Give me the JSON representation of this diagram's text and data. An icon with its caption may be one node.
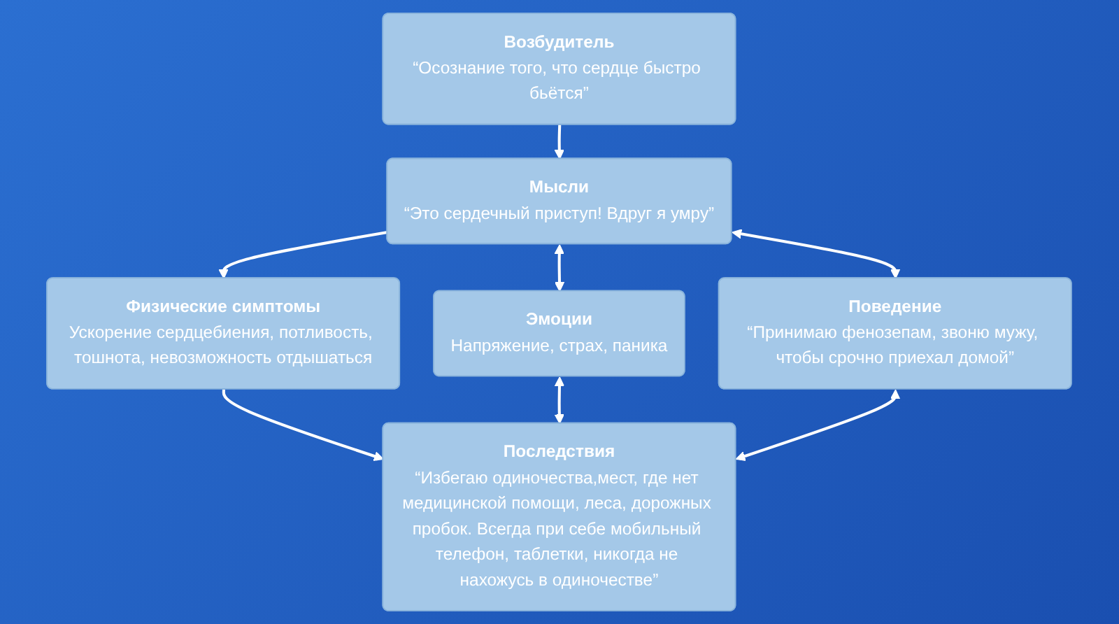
{
  "diagram": {
    "nodes": [
      {
        "text": [
          "Возбудитель",
          "“Осознание того, что сердце быстро бьётся”"
        ]
      },
      {
        "text": [
          "Мысли",
          "“Это сердечный приступ! Вдруг я умру”"
        ]
      },
      {
        "text": [
          "Эмоции",
          "Напряжение, страх, паника"
        ]
      },
      {
        "text": [
          "Физические симптомы",
          "Ускорение сердцебиения, потливость, тошнота, невозможность отдышаться"
        ]
      },
      {
        "text": [
          "Поведение",
          "“Принимаю фенозепам, звоню мужу, чтобы срочно приехал домой”"
        ]
      },
      {
        "text": [
          "Последствия",
          "“Избегаю одиночества,мест, где нет медицинской помощи, леса, дорожных пробок. Всегда при себе мобильный телефон, таблетки, никогда не нахожусь в одиночестве”"
        ]
      }
    ],
    "edges": [
      {
        "from": 0,
        "to": 1,
        "arrow": "to"
      },
      {
        "from": 1,
        "to": 2,
        "arrow": "both"
      },
      {
        "from": 1,
        "to": 3,
        "arrow": "to"
      },
      {
        "from": 1,
        "to": 4,
        "arrow": "both"
      },
      {
        "from": 3,
        "to": 5,
        "arrow": "to"
      },
      {
        "from": 2,
        "to": 5,
        "arrow": "both"
      },
      {
        "from": 4,
        "to": 5,
        "arrow": "both"
      }
    ]
  }
}
